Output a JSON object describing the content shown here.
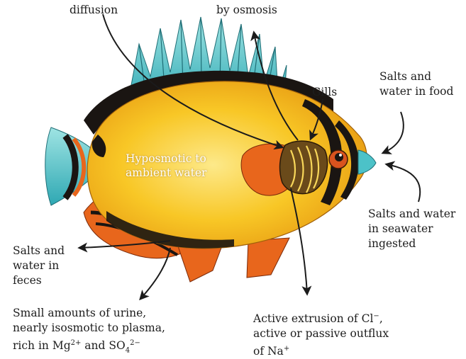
{
  "labels": {
    "top_left": "diffusion",
    "top_middle": "by osmosis",
    "gills": "Gills",
    "food_line1": "Salts and",
    "food_line2": "water in food",
    "body_line1": "Hyposmotic to",
    "body_line2": "ambient water",
    "seawater_line1": "Salts and water",
    "seawater_line2": "in seawater",
    "seawater_line3": "ingested",
    "feces_line1": "Salts and",
    "feces_line2": "water in",
    "feces_line3": "feces",
    "urine_line1": "Small amounts of urine,",
    "urine_line2": "nearly isosmotic to plasma,",
    "urine_line3_prefix": "rich in Mg",
    "urine_mg_charge": "2+",
    "urine_and": " and SO",
    "urine_so_sub": "4",
    "urine_so_charge": "2−",
    "extrusion_line1_prefix": "Active extrusion of Cl",
    "extrusion_cl_charge": "−",
    "extrusion_line1_suffix": ",",
    "extrusion_line2": "active or passive outflux",
    "extrusion_line3_prefix": "of Na",
    "extrusion_na_charge": "+"
  },
  "colors": {
    "body_yellow": "#f7c21a",
    "body_light": "#fbe46a",
    "fin_orange": "#e8661c",
    "stripe_black": "#1a1512",
    "fin_teal": "#4cc2c8",
    "arrow": "#1b1b1b"
  }
}
